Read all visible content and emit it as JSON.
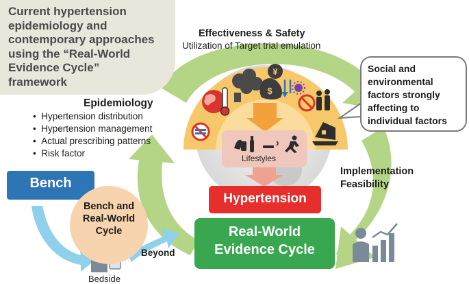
{
  "title": {
    "lines": [
      "Current hypertension",
      "epidemiology and",
      "contemporary approaches",
      "using the “Real-World",
      "Evidence Cycle”",
      "framework"
    ]
  },
  "epidemiology": {
    "title": "Epidemiology",
    "items": [
      "Hypertension distribution",
      "Hypertension management",
      "Actual prescribing patterns",
      "Risk factor"
    ]
  },
  "effectiveness": {
    "title": "Effectiveness & Safety",
    "subtitle": "Utilization of Target trial emulation"
  },
  "social_factors": {
    "lines": [
      "Social and",
      "environmental",
      "factors strongly",
      "affecting to",
      "individual factors"
    ]
  },
  "implementation": {
    "lines": [
      "Implementation",
      "Feasibility"
    ]
  },
  "bench": "Bench",
  "bench_real_world": {
    "lines": [
      "Bench and",
      "Real-World",
      "Cycle"
    ]
  },
  "beyond": "Beyond",
  "bedside": "Bedside",
  "lifestyles": "Lifestyles",
  "hypertension": "Hypertension",
  "real_world_cycle": {
    "lines": [
      "Real-World",
      "Evidence Cycle"
    ]
  },
  "icon_glyphs": {
    "currency_yen": "¥",
    "currency_dollar": "$"
  },
  "colors": {
    "cycle_arrow": "#b4d585",
    "bench": "#2e75b6",
    "hypertension": "#e62e2d",
    "real_world_cycle": "#38a74f",
    "semicircle": "#f7c86a",
    "bench_circle": "#f7d3ae",
    "lifestyle_box": "#efc7bd",
    "title_box": "#e9e6dc",
    "bench_arrows": "#8fd0ea"
  }
}
